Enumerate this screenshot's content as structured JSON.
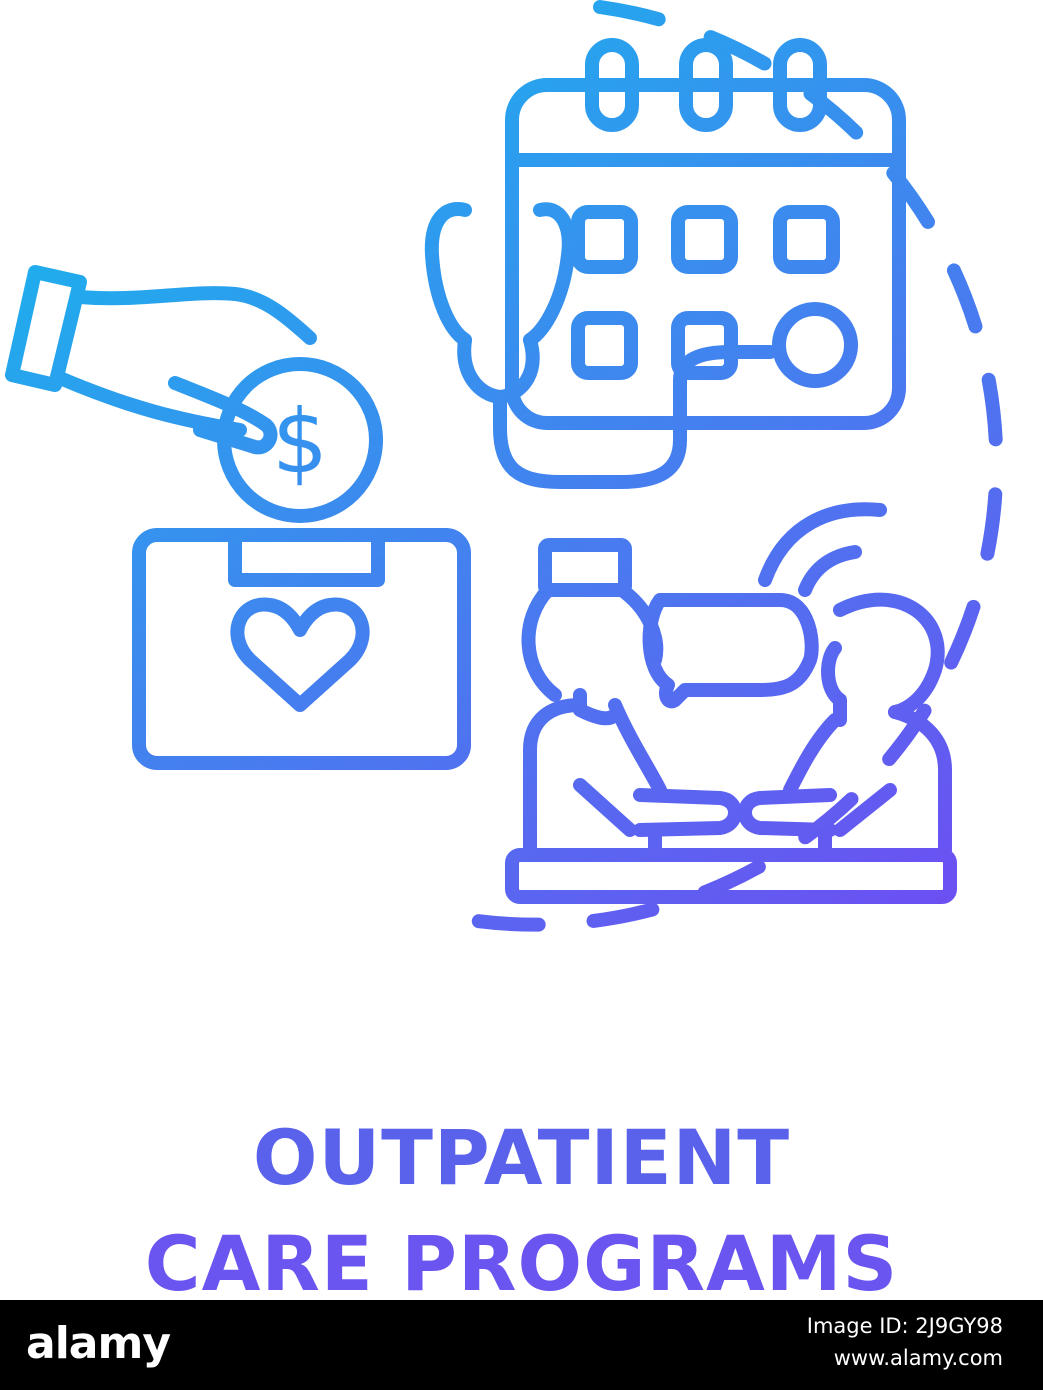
{
  "title": {
    "line1": "OUTPATIENT",
    "line2": "CARE PROGRAMS"
  },
  "icons": {
    "ring": "dashed-circle-icon",
    "hand": "hand-icon",
    "coin": "dollar-coin-icon",
    "box": "heart-box-icon",
    "calendar": "calendar-icon",
    "stethoscope": "stethoscope-icon",
    "consultation": "doctor-patient-consultation-icon"
  },
  "glyphs": {
    "dollar": "$"
  },
  "colors": {
    "gradient_start": "#16b8ec",
    "gradient_end": "#6e4df2",
    "background": "#ffffff",
    "stock_bar": "#000000"
  },
  "watermark": {
    "logo": "alamy",
    "image_id": "Image ID: 2J9GY98",
    "site": "www.alamy.com"
  }
}
